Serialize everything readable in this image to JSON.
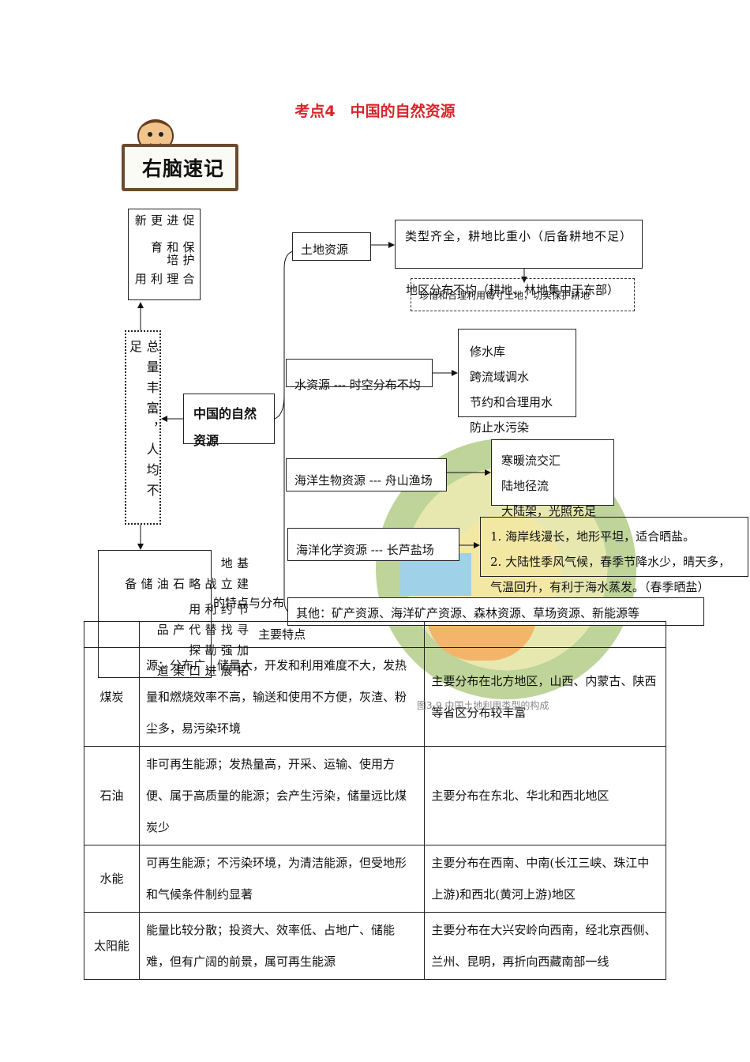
{
  "title": "考点4　中国的自然资源",
  "logo": {
    "text": "右脑速记"
  },
  "center": {
    "label": "中国的自然资源"
  },
  "top_box": {
    "cols": [
      "合理利用",
      "保护和培育",
      "促进更新"
    ]
  },
  "summary": {
    "text": "总量丰富，人均不足"
  },
  "bottom_box": {
    "cols": [
      "拓展进口渠道",
      "加强勘探",
      "寻找替代产品",
      "节约利用",
      "建立战略石油储备",
      "基地"
    ]
  },
  "branches": {
    "land": "土地资源",
    "land_detail_1": "类型齐全，耕地比重小（后备耕地不足）",
    "land_detail_2": "地区分布不均（耕地、林地集中于东部）",
    "land_note": "珍惜和合理利用每寸土地，切实保护耕地",
    "water": "水资源 --- 时空分布不均",
    "water_measures": [
      "修水库",
      "跨流域调水",
      "节约和合理用水",
      "防止水污染"
    ],
    "marine_bio": "海洋生物资源 --- 舟山渔场",
    "marine_bio_reasons": [
      "寒暖流交汇",
      "陆地径流",
      "大陆架，光照充足"
    ],
    "marine_chem": "海洋化学资源 --- 长芦盐场",
    "marine_chem_reasons": [
      "1. 海岸线漫长，地形平坦，适合晒盐。",
      "2. 大陆性季风气候，春季节降水少，晴天多，气温回升，有利于海水蒸发。（春季晒盐）"
    ],
    "other": "其他：矿产资源、海洋矿产资源、森林资源、草场资源、新能源等"
  },
  "chart_caption": "图3-9 中国土地利用类型的构成",
  "table": {
    "header": [
      "",
      "主要特点",
      ""
    ],
    "intro": "的特点与分布",
    "rows": [
      {
        "name": "煤炭",
        "feature": "源；分布广、储量大，开发和利用难度不大，发热量和燃烧效率不高，输送和使用不方便，灰渣、粉尘多，易污染环境",
        "distribution": "主要分布在北方地区，山西、内蒙古、陕西等省区分布较丰富"
      },
      {
        "name": "石油",
        "feature": "非可再生能源；发热量高，开采、运输、使用方便、属于高质量的能源；会产生污染，储量远比煤炭少",
        "distribution": "主要分布在东北、华北和西北地区"
      },
      {
        "name": "水能",
        "feature": "可再生能源；不污染环境，为清洁能源，但受地形和气候条件制约显著",
        "distribution": "主要分布在西南、中南(长江三峡、珠江中上游)和西北(黄河上游)地区"
      },
      {
        "name": "太阳能",
        "feature": "能量比较分散；投资大、效率低、占地广、储能难，但有广阔的前景，属可再生能源",
        "distribution": "主要分布在大兴安岭向西南，经北京西侧、兰州、昆明，再折向西藏南部一线"
      }
    ]
  }
}
